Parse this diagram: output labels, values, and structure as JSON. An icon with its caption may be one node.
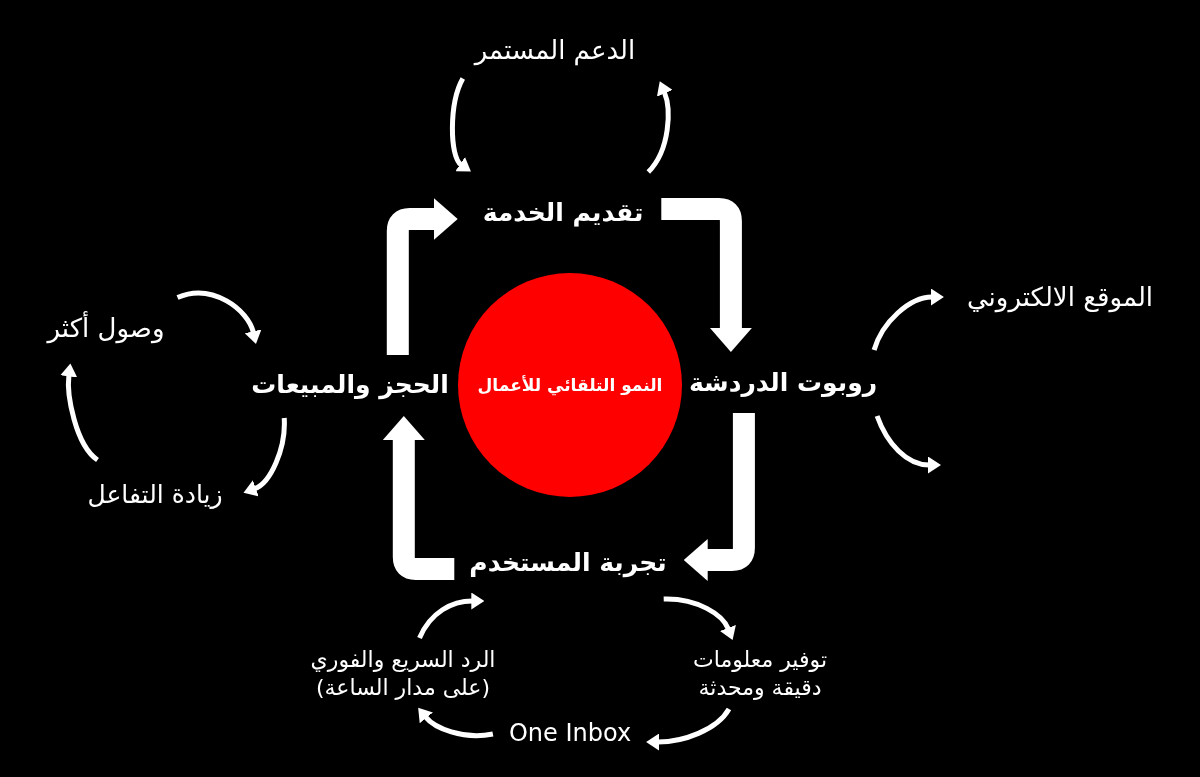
{
  "diagram": {
    "nodes": [
      {
        "text": [
          "الدعم المستمر"
        ]
      },
      {
        "text": [
          "تقديم الخدمة"
        ]
      },
      {
        "text": [
          "الموقع الالكتروني"
        ]
      },
      {
        "text": [
          "وصول أكثر"
        ]
      },
      {
        "text": [
          "الحجز والمبيعات"
        ]
      },
      {
        "text": [
          "النمو التلقائي للأعمال"
        ]
      },
      {
        "text": [
          "روبوت الدردشة"
        ]
      },
      {
        "text": [
          "زيادة التفاعل"
        ]
      },
      {
        "text": [
          "تجربة المستخدم"
        ]
      },
      {
        "text": [
          "الرد السريع والفوري (على مدار الساعة)"
        ]
      },
      {
        "text": [
          "توفير معلومات دقيقة ومحدثة"
        ]
      },
      {
        "text": [
          "One Inbox"
        ]
      }
    ],
    "edges": [
      {
        "from": 0,
        "to": 1,
        "arrow": "to"
      },
      {
        "from": 1,
        "to": 0,
        "arrow": "to"
      },
      {
        "from": 4,
        "to": 1,
        "arrow": "to",
        "style": "thick"
      },
      {
        "from": 1,
        "to": 6,
        "arrow": "to",
        "style": "thick"
      },
      {
        "from": 6,
        "to": 2,
        "arrow": "to"
      },
      {
        "from": 6,
        "to": null,
        "arrow": "to"
      },
      {
        "from": 6,
        "to": 8,
        "arrow": "to",
        "style": "thick"
      },
      {
        "from": 8,
        "to": 4,
        "arrow": "to",
        "style": "thick"
      },
      {
        "from": 4,
        "to": 7,
        "arrow": "to"
      },
      {
        "from": 7,
        "to": 3,
        "arrow": "to"
      },
      {
        "from": 3,
        "to": 4,
        "arrow": "to"
      },
      {
        "from": 8,
        "to": 10,
        "arrow": "to"
      },
      {
        "from": 10,
        "to": 11,
        "arrow": "to"
      },
      {
        "from": 11,
        "to": 9,
        "arrow": "to"
      },
      {
        "from": 9,
        "to": 8,
        "arrow": "to"
      }
    ]
  }
}
